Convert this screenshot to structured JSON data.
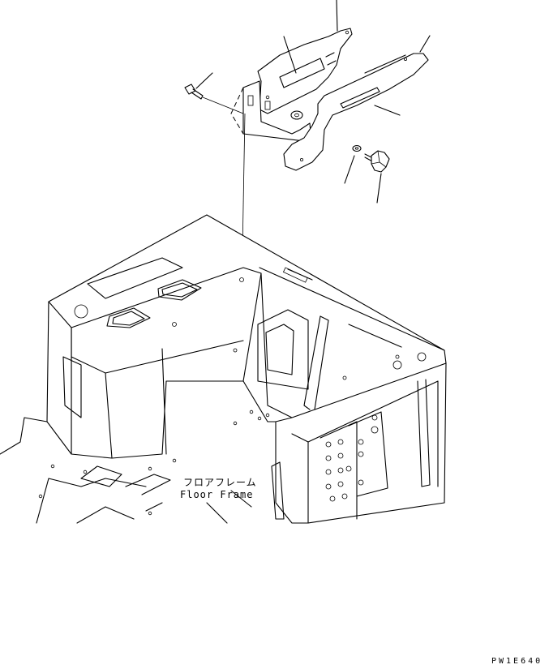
{
  "labels": {
    "floor_frame_jp": "フロアフレーム",
    "floor_frame_en": "Floor Frame"
  },
  "drawing_code": "PW1E640",
  "parts": {
    "bracket": "bracket",
    "cover": "cover",
    "bolt": "bolt",
    "washer": "washer",
    "knob": "knob",
    "floor_frame": "floor-frame"
  }
}
